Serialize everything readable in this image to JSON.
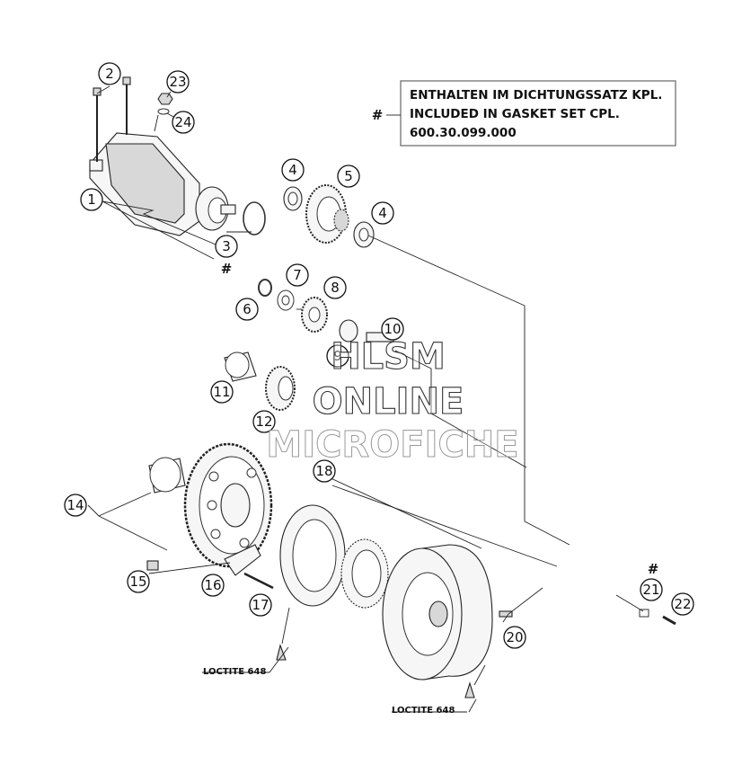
{
  "note": {
    "hash": "#",
    "line1": "ENTHALTEN IM DICHTUNGSSATZ KPL.",
    "line2": "INCLUDED IN GASKET SET CPL.",
    "line3": "600.30.099.000"
  },
  "gasket_marks": [
    "#",
    "#"
  ],
  "loctite_labels": [
    "LOCTITE 648",
    "LOCTITE 648"
  ],
  "callouts": [
    "1",
    "2",
    "3",
    "4",
    "4",
    "5",
    "6",
    "7",
    "8",
    "9",
    "10",
    "11",
    "12",
    "14",
    "15",
    "16",
    "17",
    "18",
    "20",
    "21",
    "22",
    "23",
    "24"
  ],
  "watermark": {
    "line1": "HLSM",
    "line2": "ONLINE",
    "line3": "MICROFICHE"
  }
}
